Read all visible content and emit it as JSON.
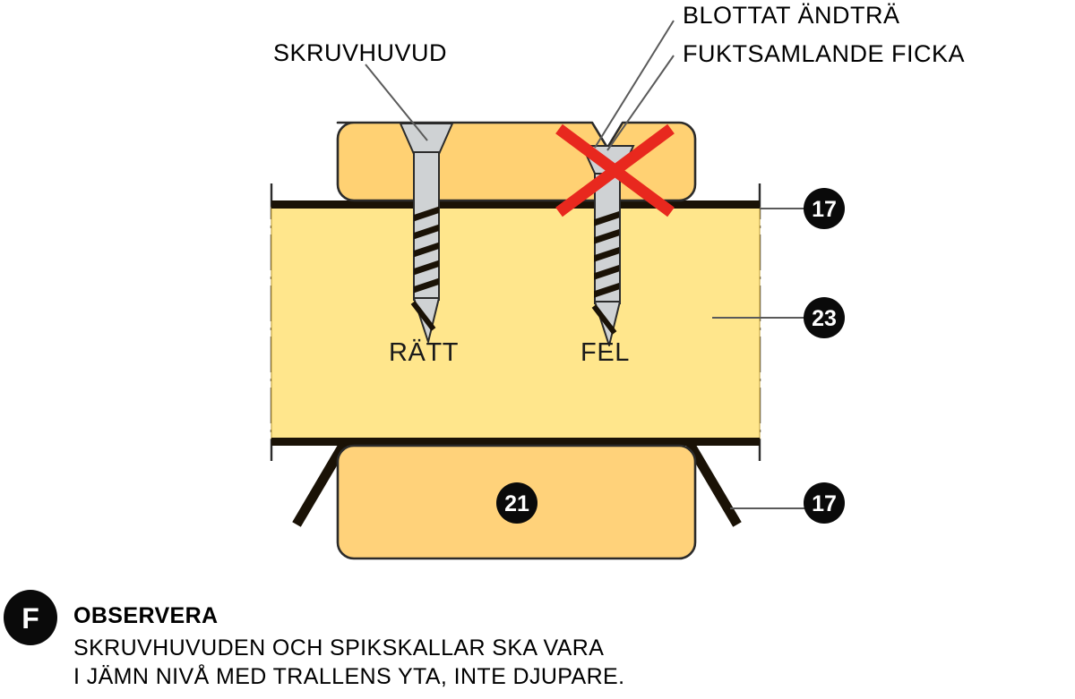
{
  "diagram": {
    "title_labels": {
      "screw_head": "SKRUVHUVUD",
      "exposed_endgrain": "BLOTTAT ÄNDTRÄ",
      "moisture_pocket": "FUKTSAMLANDE FICKA"
    },
    "inner_labels": {
      "correct": "RÄTT",
      "wrong": "FEL"
    },
    "callouts": [
      {
        "id": "membrane-top",
        "number": "17"
      },
      {
        "id": "deck-substrate",
        "number": "23"
      },
      {
        "id": "joist",
        "number": "21"
      },
      {
        "id": "membrane-bottom",
        "number": "17"
      }
    ],
    "colors": {
      "deck_board": "#FFD173",
      "substrate": "#FFE68C",
      "joist": "#FFD27A",
      "membrane": "#1A1206",
      "screw_body": "#CFD2D4",
      "cross_mark": "#E8281E",
      "outline": "#2B2B2B",
      "badge": "#0A0A0A",
      "leader": "#5A5A5A"
    }
  },
  "notice": {
    "badge_letter": "F",
    "title": "OBSERVERA",
    "lines": [
      "SKRUVHUVUDEN OCH SPIKSKALLAR SKA VARA",
      "I JÄMN NIVÅ MED TRALLENS YTA, INTE DJUPARE."
    ]
  }
}
